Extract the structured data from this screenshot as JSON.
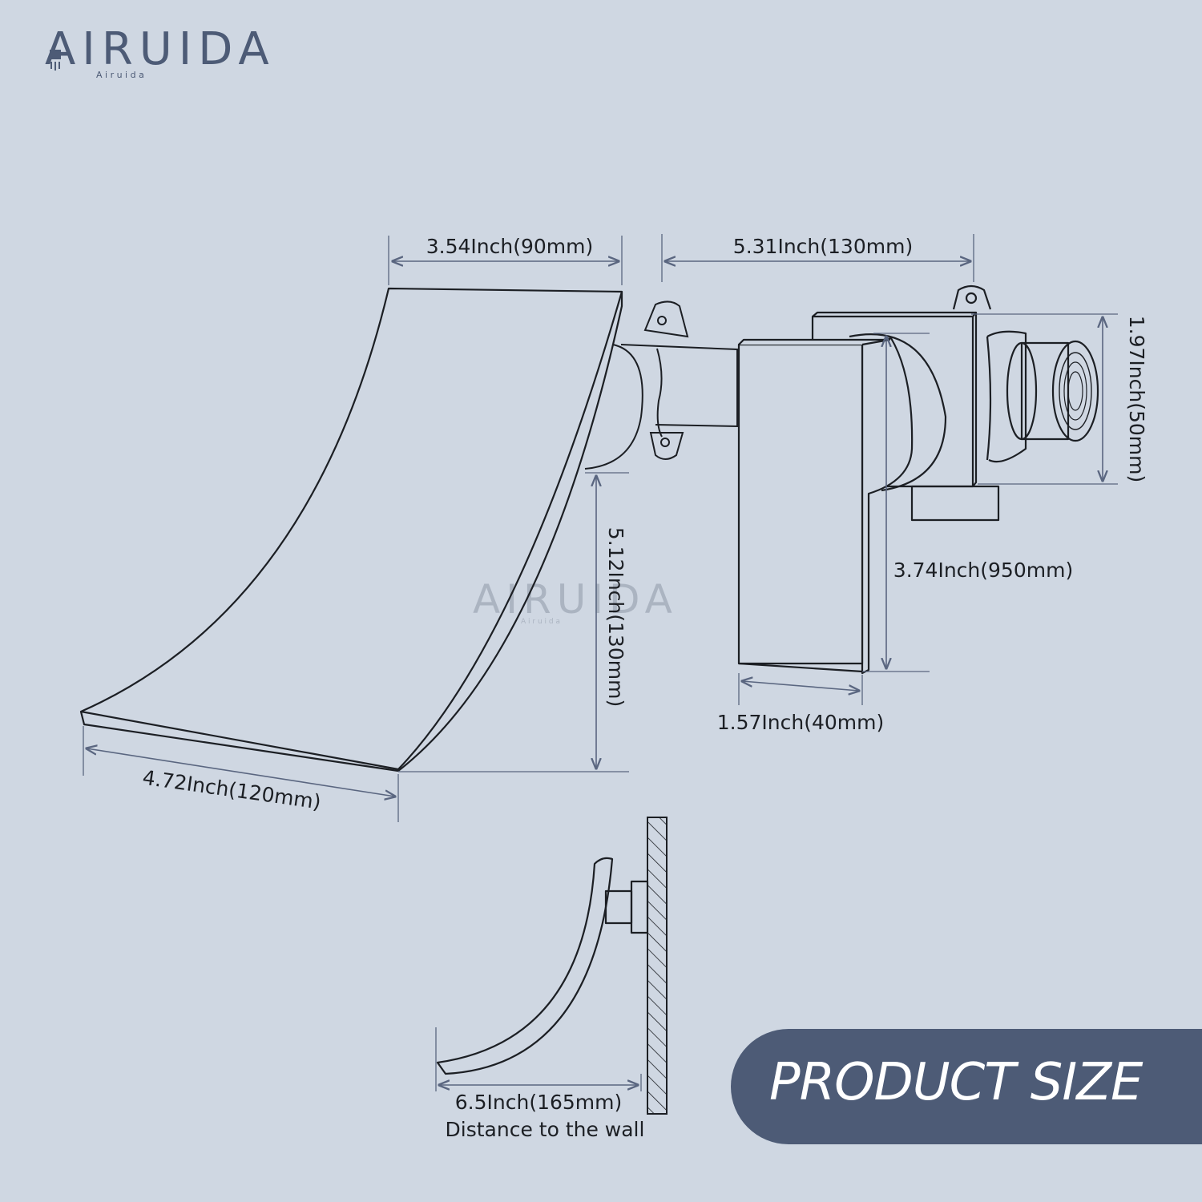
{
  "brand": {
    "name": "AIRUIDA",
    "subname": "A i r u i d a",
    "color": "#4d5b76"
  },
  "watermark": {
    "name": "AIRUIDA",
    "subname": "A i r u i d a"
  },
  "dimensions": {
    "spout_top_width": "3.54Inch(90mm)",
    "valve_width": "5.31Inch(130mm)",
    "inlet_height": "1.97Inch(50mm)",
    "spout_depth": "5.12Inch(130mm)",
    "handle_height": "3.74Inch(950mm)",
    "handle_width": "1.57Inch(40mm)",
    "spout_bottom_width": "4.72Inch(120mm)",
    "wall_distance": "6.5Inch(165mm)",
    "wall_distance_caption": "Distance to the wall"
  },
  "badge": {
    "label": "PRODUCT SIZE",
    "color": "#4d5b76"
  },
  "colors": {
    "background": "#cfd7e2",
    "outline": "#1c1f24",
    "dimension_line": "#5a6680"
  }
}
